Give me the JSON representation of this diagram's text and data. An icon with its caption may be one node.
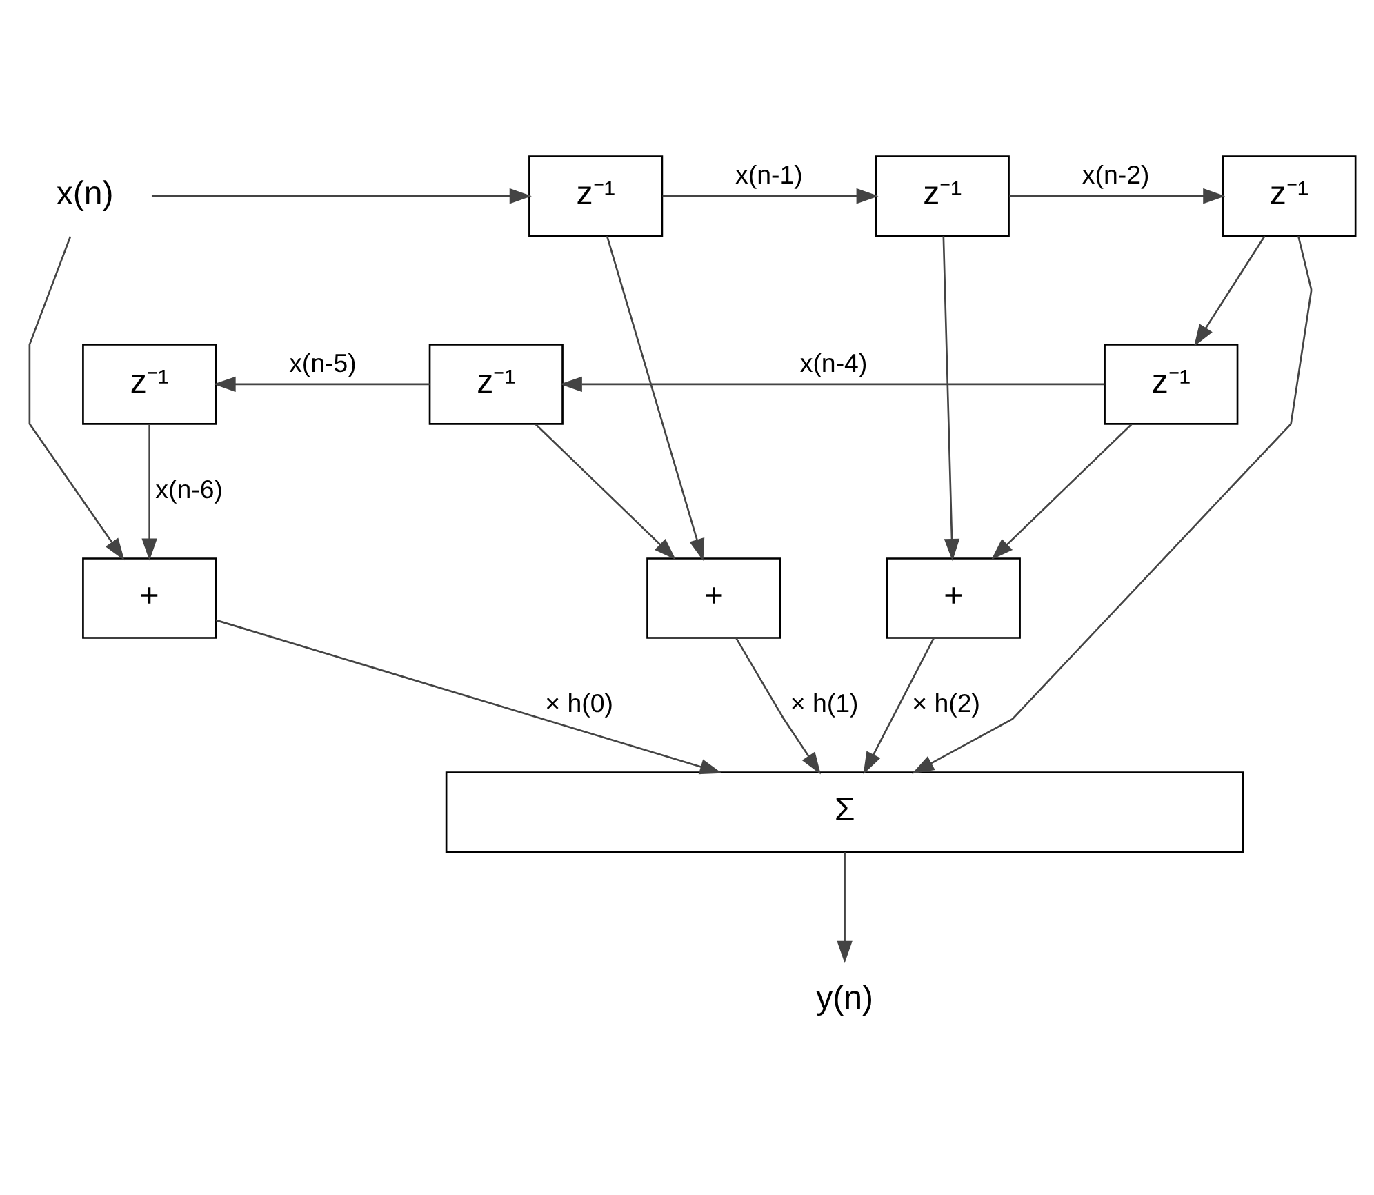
{
  "diagram": {
    "nodes": [
      {
        "text": [
          "x(n)"
        ]
      },
      {
        "text": [
          "z⁻¹"
        ]
      },
      {
        "text": [
          "z⁻¹"
        ]
      },
      {
        "text": [
          "z⁻¹"
        ]
      },
      {
        "text": [
          "z⁻¹"
        ]
      },
      {
        "text": [
          "z⁻¹"
        ]
      },
      {
        "text": [
          "z⁻¹"
        ]
      },
      {
        "text": [
          "+"
        ]
      },
      {
        "text": [
          "+"
        ]
      },
      {
        "text": [
          "+"
        ]
      },
      {
        "text": [
          "Σ"
        ]
      },
      {
        "text": [
          "y(n)"
        ]
      }
    ],
    "edges": [
      {
        "from": 0,
        "to": 1,
        "arrow": "to"
      },
      {
        "from": 0,
        "to": 7,
        "arrow": "to"
      },
      {
        "from": 1,
        "to": 2,
        "arrow": "to",
        "label": "x(n-1)"
      },
      {
        "from": 1,
        "to": 8,
        "arrow": "to"
      },
      {
        "from": 2,
        "to": 3,
        "arrow": "to",
        "label": "x(n-2)"
      },
      {
        "from": 2,
        "to": 9,
        "arrow": "to"
      },
      {
        "from": 3,
        "to": 6,
        "arrow": "to"
      },
      {
        "from": 3,
        "to": 10,
        "arrow": "to"
      },
      {
        "from": 6,
        "to": 5,
        "arrow": "to",
        "label": "x(n-4)"
      },
      {
        "from": 6,
        "to": 9,
        "arrow": "to"
      },
      {
        "from": 5,
        "to": 4,
        "arrow": "to",
        "label": "x(n-5)"
      },
      {
        "from": 5,
        "to": 8,
        "arrow": "to"
      },
      {
        "from": 4,
        "to": 7,
        "arrow": "to",
        "label": "x(n-6)"
      },
      {
        "from": 7,
        "to": 10,
        "arrow": "to",
        "label": "× h(0)"
      },
      {
        "from": 8,
        "to": 10,
        "arrow": "to",
        "label": "× h(1)"
      },
      {
        "from": 9,
        "to": 10,
        "arrow": "to",
        "label": "× h(2)"
      },
      {
        "from": 10,
        "to": 11,
        "arrow": "to"
      }
    ]
  }
}
